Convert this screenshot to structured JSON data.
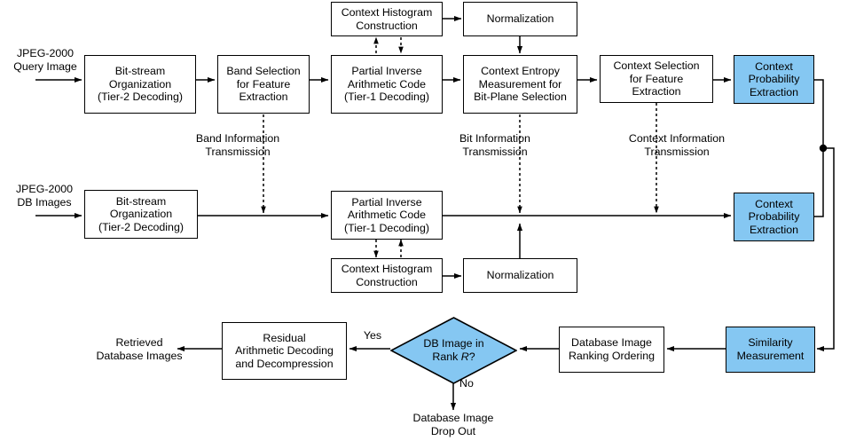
{
  "diagram": {
    "title": "JPEG-2000 compressed-domain image retrieval flowchart",
    "colors": {
      "accent_blue": "#85C7F2",
      "stroke": "#000000",
      "background": "#FFFFFF"
    },
    "nodes": {
      "query_bitstream": "Bit-stream\nOrganization\n(Tier-2 Decoding)",
      "band_selection": "Band Selection\nfor Feature\nExtraction",
      "query_partial_inverse": "Partial Inverse\nArithmetic Code\n(Tier-1 Decoding)",
      "query_context_histogram": "Context Histogram\nConstruction",
      "query_normalization": "Normalization",
      "context_entropy": "Context Entropy\nMeasurement for\nBit-Plane Selection",
      "context_selection": "Context Selection\nfor Feature\nExtraction",
      "query_context_probability": "Context\nProbability\nExtraction",
      "db_bitstream": "Bit-stream\nOrganization\n(Tier-2 Decoding)",
      "db_partial_inverse": "Partial Inverse\nArithmetic Code\n(Tier-1 Decoding)",
      "db_context_histogram": "Context Histogram\nConstruction",
      "db_normalization": "Normalization",
      "db_context_probability": "Context\nProbability\nExtraction",
      "similarity_measurement": "Similarity\nMeasurement",
      "database_ranking": "Database Image\nRanking Ordering",
      "residual_decoding": "Residual\nArithmetic Decoding\nand Decompression"
    },
    "decision": {
      "line1": "DB Image in",
      "line2_prefix": "Rank ",
      "line2_var": "R",
      "line2_suffix": "?"
    },
    "labels": {
      "query_input": "JPEG-2000\nQuery Image",
      "db_input": "JPEG-2000\nDB Images",
      "band_info": "Band Information\nTransmission",
      "bit_info": "Bit Information\nTransmission",
      "context_info": "Context Information\nTransmission",
      "yes": "Yes",
      "no": "No",
      "retrieved": "Retrieved\nDatabase Images",
      "drop_out": "Database Image\nDrop Out"
    }
  }
}
